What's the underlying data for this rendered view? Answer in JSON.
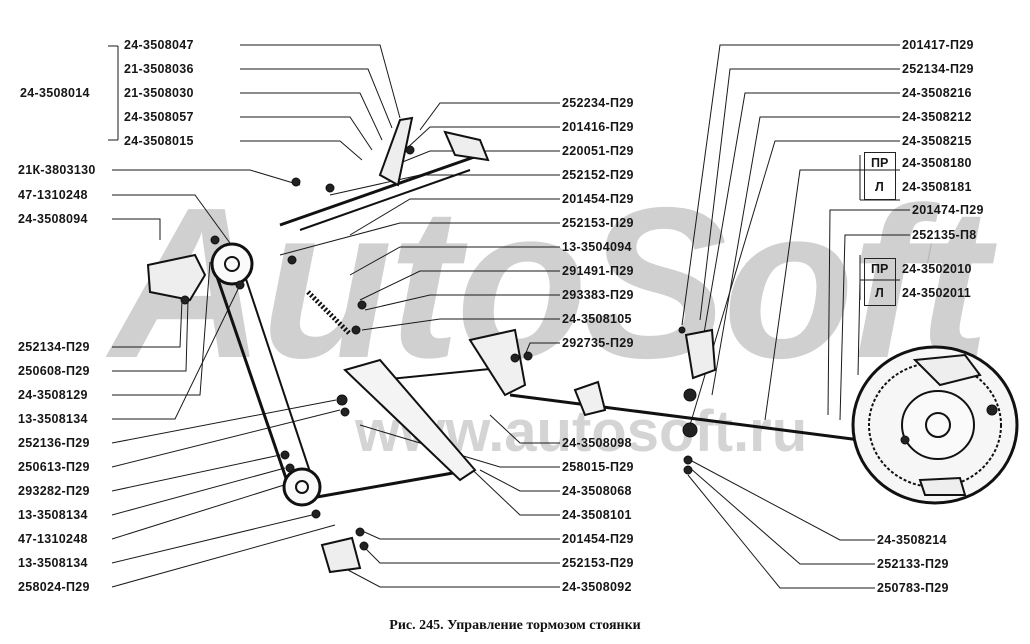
{
  "watermark": {
    "logo": "AutoSoft",
    "site": "www.autosoft.ru"
  },
  "caption": "Рис. 245. Управление тормозом стоянки",
  "labels_left": [
    "24-3508047",
    "21-3508036",
    "24-3508014",
    "21-3508030",
    "24-3508057",
    "24-3508015",
    "21К-3803130",
    "47-1310248",
    "24-3508094",
    "252134-П29",
    "250608-П29",
    "24-3508129",
    "13-3508134",
    "252136-П29",
    "250613-П29",
    "293282-П29",
    "13-3508134",
    "47-1310248",
    "13-3508134",
    "258024-П29"
  ],
  "labels_center": [
    "252234-П29",
    "201416-П29",
    "220051-П29",
    "252152-П29",
    "201454-П29",
    "252153-П29",
    "13-3504094",
    "291491-П29",
    "293383-П29",
    "24-3508105",
    "292735-П29",
    "24-3508098",
    "258015-П29",
    "24-3508068",
    "24-3508101",
    "201454-П29",
    "252153-П29",
    "24-3508092"
  ],
  "labels_right": [
    "201417-П29",
    "252134-П29",
    "24-3508216",
    "24-3508212",
    "24-3508215",
    "24-3508180",
    "24-3508181",
    "201474-П29",
    "252135-П8",
    "24-3502010",
    "24-3502011",
    "24-3508214",
    "252133-П29",
    "250783-П29"
  ],
  "side_marks": [
    "ПР",
    "Л",
    "ПР",
    "Л"
  ]
}
